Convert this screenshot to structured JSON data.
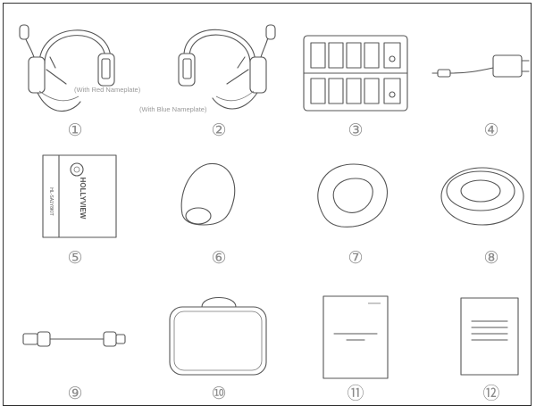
{
  "items": [
    {
      "number": "①",
      "caption": "(With Red Nameplate)"
    },
    {
      "number": "②",
      "caption": "(With Blue Nameplate)"
    },
    {
      "number": "③"
    },
    {
      "number": "④"
    },
    {
      "number": "⑤",
      "box_brand": "HOLLYVIEW",
      "box_side": "HL-SA1Y8KIT"
    },
    {
      "number": "⑥"
    },
    {
      "number": "⑦"
    },
    {
      "number": "⑧"
    },
    {
      "number": "⑨"
    },
    {
      "number": "⑩"
    },
    {
      "number": "⑪"
    },
    {
      "number": "⑫"
    }
  ],
  "icons": [
    "headset-red-nameplate-icon",
    "headset-blue-nameplate-icon",
    "battery-case-icon",
    "power-adapter-icon",
    "product-box-icon",
    "mic-windscreen-icon",
    "ear-cushion-icon",
    "head-cushion-icon",
    "usb-cable-icon",
    "carry-case-icon",
    "user-manual-icon",
    "document-sheet-icon"
  ]
}
